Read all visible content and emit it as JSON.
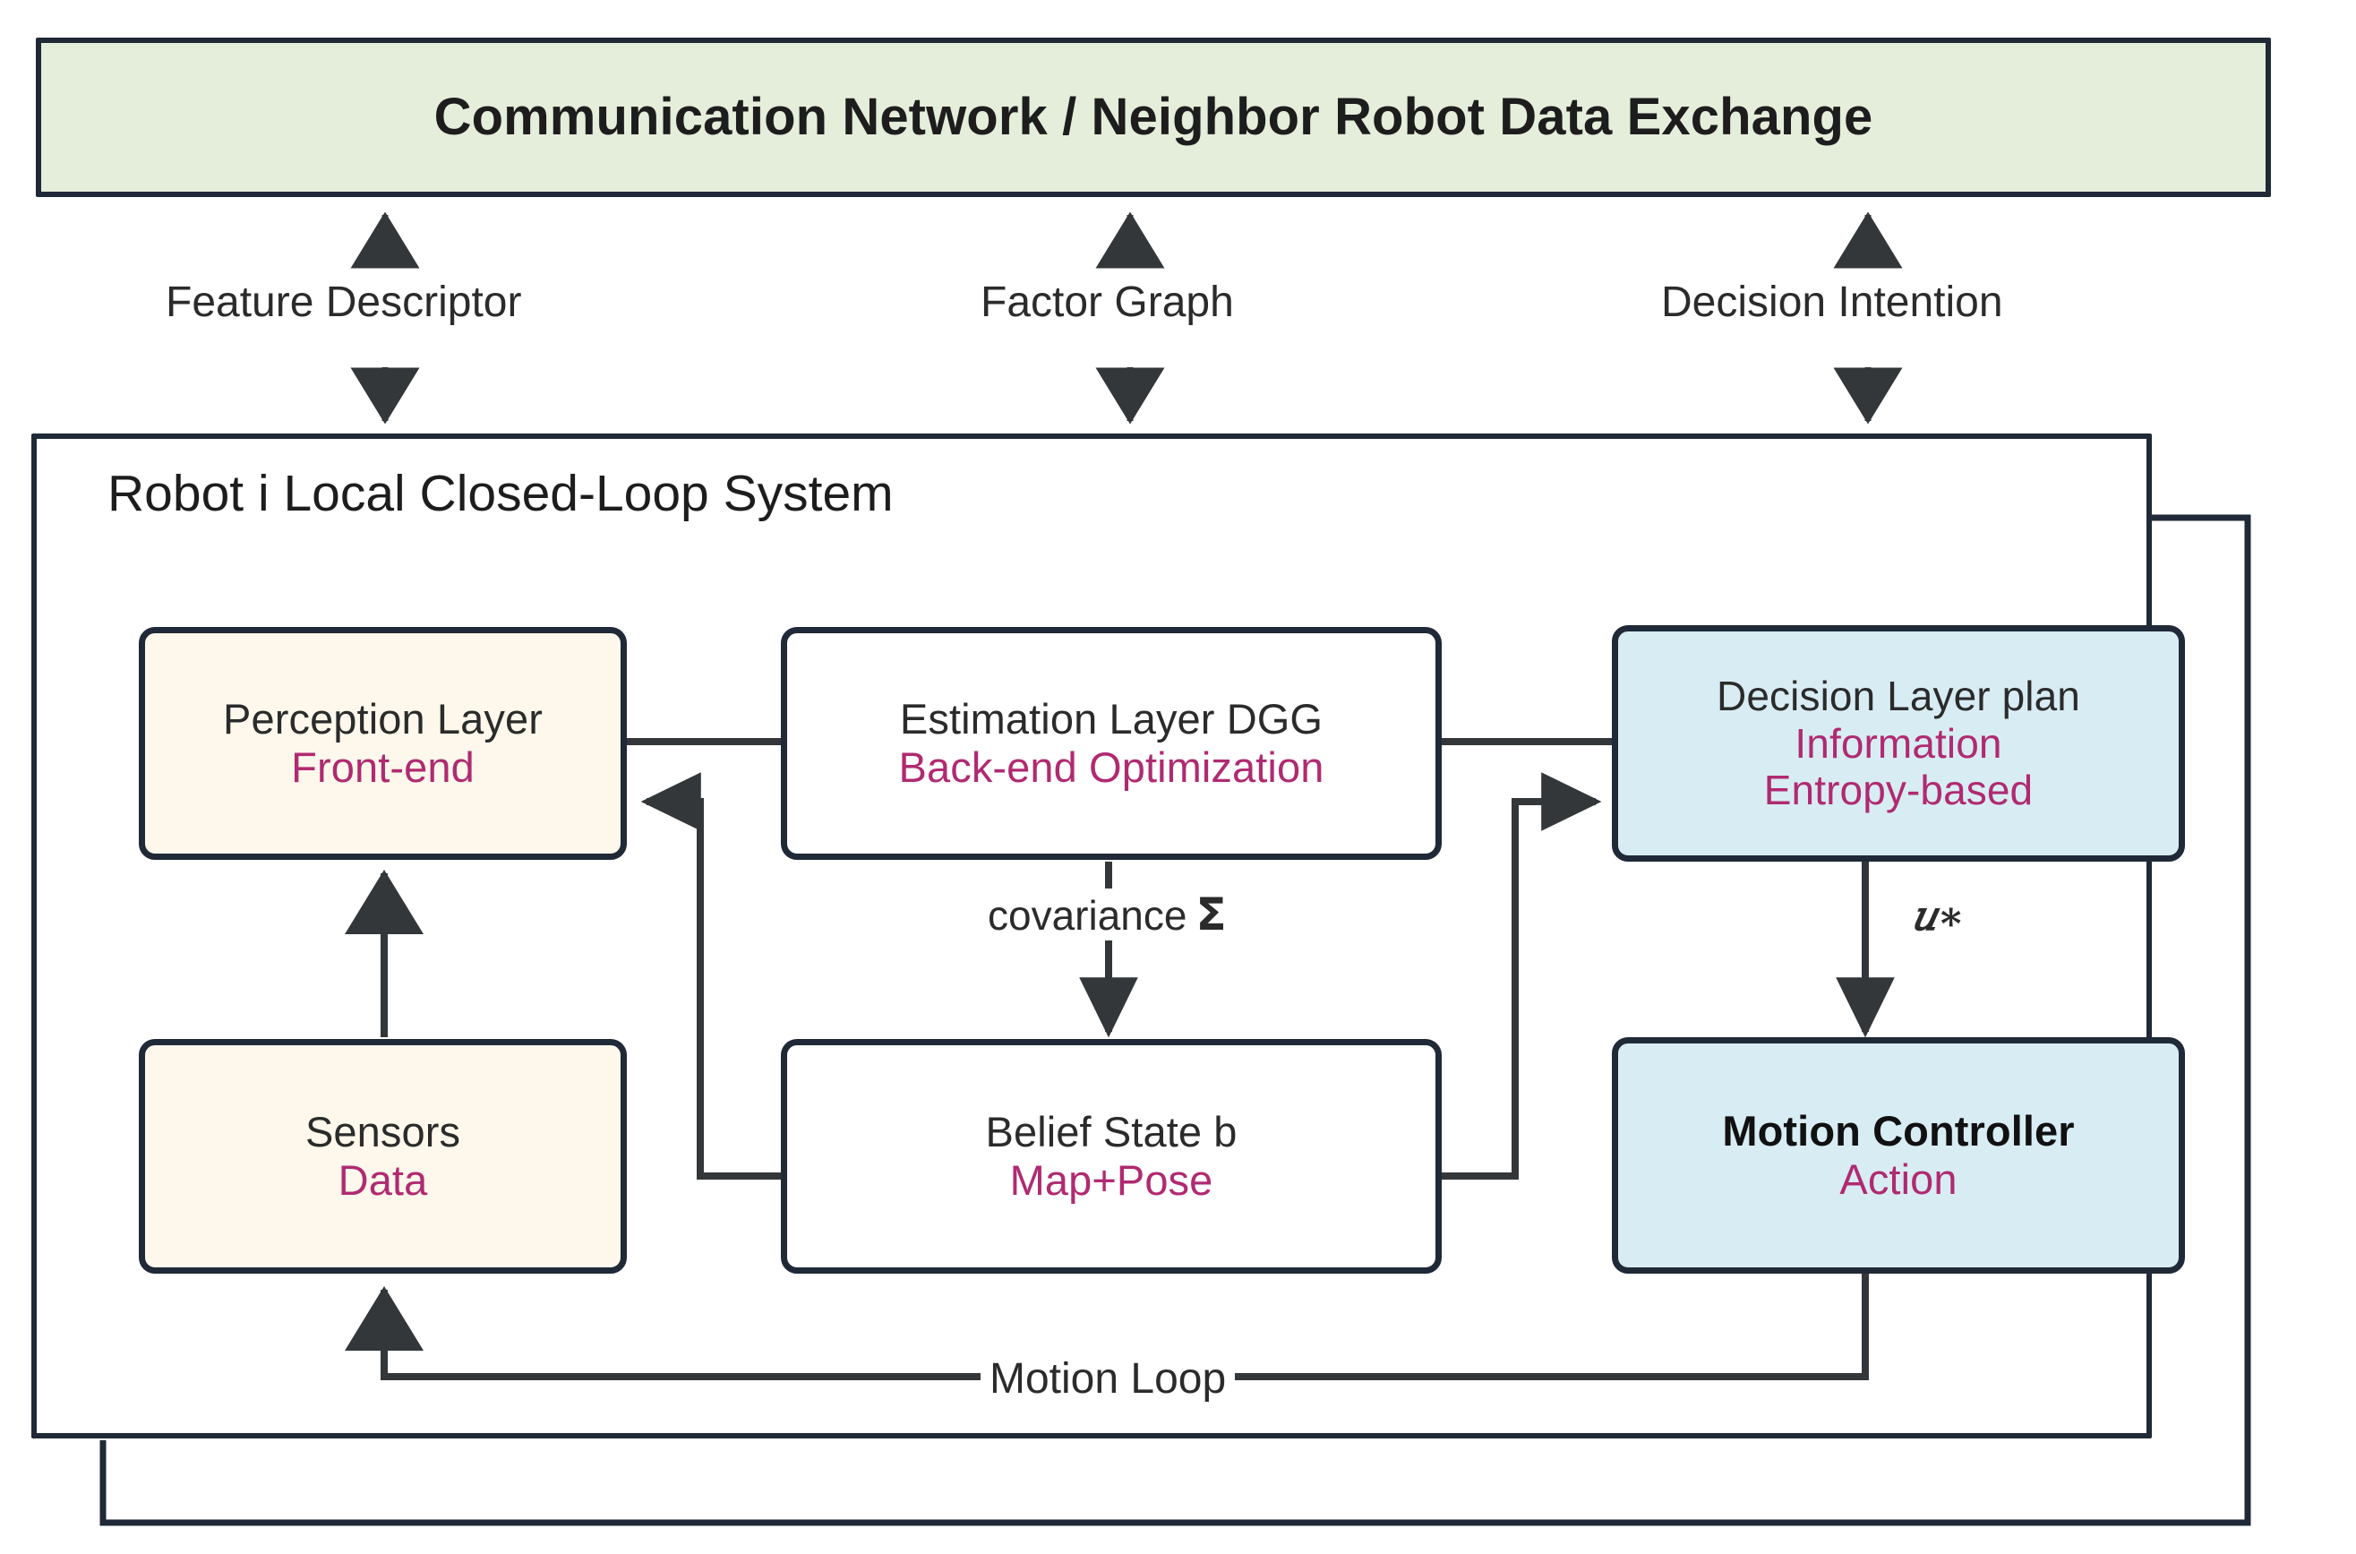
{
  "diagram": {
    "title": "Robot i  Local Closed-Loop System",
    "banner": {
      "label": "Communication Network / Neighbor Robot Data Exchange",
      "fill": "#e4eeda",
      "border": "#1f2937"
    },
    "colors": {
      "stroke": "#1f2937",
      "accent_magenta": "#b02a71",
      "cream_fill": "#fdf8eb",
      "blue_fill": "#d8edf3",
      "white_fill": "#ffffff",
      "green_fill": "#e4eeda",
      "text_dark": "#2b2b2b"
    },
    "nodes": [
      {
        "id": "perception",
        "title": "Perception Layer",
        "subtitle": "Front-end",
        "fill": "#fdf8eb"
      },
      {
        "id": "sensors",
        "title": "Sensors",
        "subtitle": "Data",
        "fill": "#fdf8eb"
      },
      {
        "id": "estimation",
        "title": "Estimation Layer DGG",
        "subtitle": "Back-end Optimization",
        "fill": "#ffffff"
      },
      {
        "id": "belief",
        "title": "Belief State b",
        "subtitle": "Map+Pose",
        "fill": "#ffffff"
      },
      {
        "id": "decision",
        "title": "Decision Layer plan",
        "subtitle": "Information",
        "subtitle2": "Entropy-based",
        "fill": "#d8edf3"
      },
      {
        "id": "controller",
        "title": "Motion Controller",
        "subtitle": "Action",
        "fill": "#d8edf3"
      }
    ],
    "edge_labels": {
      "feature_descriptor": "Feature Descriptor",
      "factor_graph": "Factor Graph",
      "decision_intention": "Decision Intention",
      "covariance": "covariance",
      "covariance_symbol": "Σ",
      "optimal_control": "𝑢∗",
      "motion_loop": "Motion Loop"
    },
    "edges": [
      {
        "from": "communication-network",
        "to": "robot-system",
        "label": "Feature Descriptor",
        "style": "bidirectional"
      },
      {
        "from": "communication-network",
        "to": "robot-system",
        "label": "Factor Graph",
        "style": "bidirectional"
      },
      {
        "from": "communication-network",
        "to": "robot-system",
        "label": "Decision Intention",
        "style": "bidirectional"
      },
      {
        "from": "sensors",
        "to": "perception",
        "label": "",
        "style": "arrow-up"
      },
      {
        "from": "perception",
        "to": "estimation",
        "label": "",
        "style": "line"
      },
      {
        "from": "estimation",
        "to": "decision",
        "label": "",
        "style": "line"
      },
      {
        "from": "estimation",
        "to": "belief",
        "label": "covariance Σ",
        "style": "arrow-down"
      },
      {
        "from": "belief",
        "to": "perception",
        "label": "",
        "style": "arrow-left"
      },
      {
        "from": "belief",
        "to": "decision",
        "label": "",
        "style": "arrow-right"
      },
      {
        "from": "decision",
        "to": "controller",
        "label": "𝑢∗",
        "style": "arrow-down"
      },
      {
        "from": "controller",
        "to": "sensors",
        "label": "Motion Loop",
        "style": "arrow-feedback"
      },
      {
        "from": "robot-system",
        "to": "robot-system",
        "label": "",
        "style": "outer-loop"
      }
    ]
  }
}
